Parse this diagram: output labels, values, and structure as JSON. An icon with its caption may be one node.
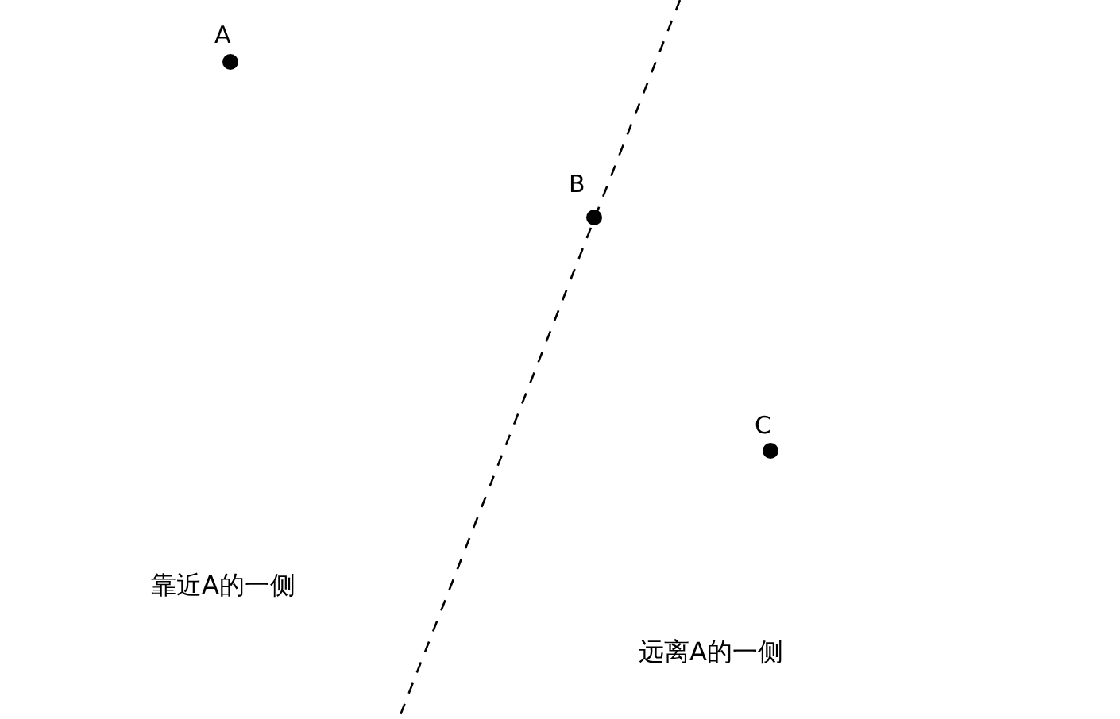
{
  "diagram": {
    "nodes": [
      {
        "text": [
          "A"
        ]
      },
      {
        "text": [
          "B"
        ]
      },
      {
        "text": [
          "C"
        ]
      }
    ],
    "labels": [
      "靠近A的一侧",
      "远离A的一侧"
    ]
  }
}
